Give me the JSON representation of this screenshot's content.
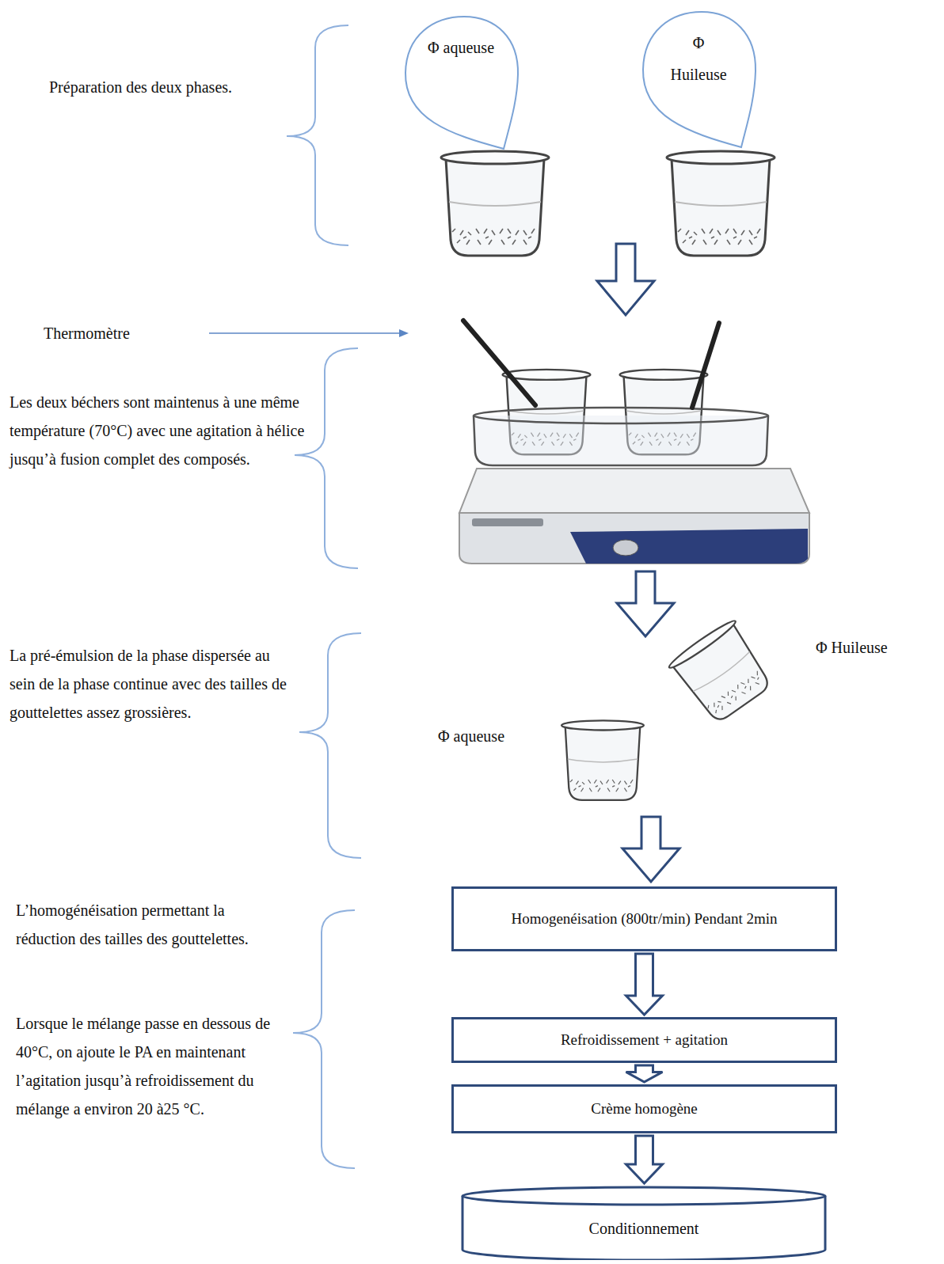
{
  "diagram": {
    "nodes": [
      {
        "text": [
          "Φ aqueuse"
        ]
      },
      {
        "text": [
          "Φ Huileuse"
        ]
      },
      {
        "text": [
          "Homogenéisation (800tr/min) Pendant 2min"
        ]
      },
      {
        "text": [
          "Refroidissement + agitation"
        ]
      },
      {
        "text": [
          "Crème homogène"
        ]
      },
      {
        "text": [
          "Conditionnement"
        ]
      }
    ],
    "edges": [
      {
        "from": 2,
        "to": 3,
        "arrow": "to"
      },
      {
        "from": 3,
        "to": 4,
        "arrow": "to"
      },
      {
        "from": 4,
        "to": 5,
        "arrow": "to"
      }
    ],
    "labels": [
      "Préparation des deux phases.",
      "Thermomètre",
      "Les deux béchers sont maintenus à une même température (70°C) avec une agitation à hélice jusqu’à fusion complet des composés.",
      "La pré-émulsion de la phase dispersée au sein de la phase continue avec des tailles de gouttelettes assez grossières.",
      "Φ Huileuse",
      "Φ aqueuse",
      "L’homogénéisation permettant la réduction des tailles des gouttelettes.",
      "Lorsque le mélange passe en dessous de 40°C, on ajoute le PA en maintenant l’agitation jusqu’à refroidissement du mélange a environ 20 à25 °C."
    ]
  }
}
